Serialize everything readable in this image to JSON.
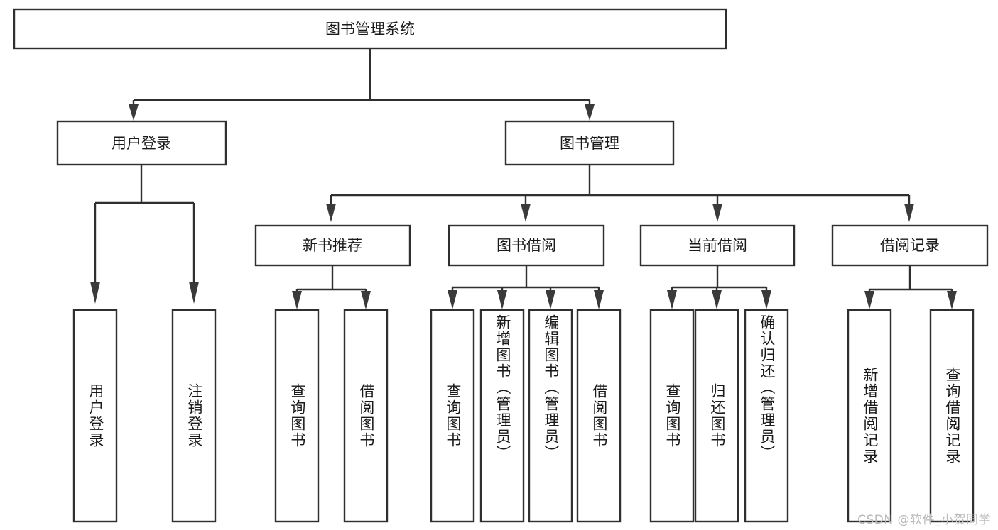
{
  "diagram": {
    "type": "tree",
    "title": "图书管理系统",
    "root": {
      "id": "root",
      "label": "图书管理系统",
      "orientation": "horizontal"
    },
    "level1": [
      {
        "id": "user-login",
        "label": "用户登录",
        "orientation": "horizontal"
      },
      {
        "id": "book-manage",
        "label": "图书管理",
        "orientation": "horizontal"
      }
    ],
    "level2": [
      {
        "id": "new-book-recommend",
        "label": "新书推荐",
        "parent": "book-manage",
        "orientation": "horizontal"
      },
      {
        "id": "book-borrow",
        "label": "图书借阅",
        "parent": "book-manage",
        "orientation": "horizontal"
      },
      {
        "id": "current-borrow",
        "label": "当前借阅",
        "parent": "book-manage",
        "orientation": "horizontal"
      },
      {
        "id": "borrow-record",
        "label": "借阅记录",
        "parent": "book-manage",
        "orientation": "horizontal"
      }
    ],
    "leaves": [
      {
        "id": "leaf-user-login",
        "label": "用户登录",
        "parent": "user-login",
        "orientation": "vertical"
      },
      {
        "id": "leaf-user-logout",
        "label": "注销登录",
        "parent": "user-login",
        "orientation": "vertical"
      },
      {
        "id": "leaf-query-book-1",
        "label": "查询图书",
        "parent": "new-book-recommend",
        "orientation": "vertical"
      },
      {
        "id": "leaf-borrow-book-1",
        "label": "借阅图书",
        "parent": "new-book-recommend",
        "orientation": "vertical"
      },
      {
        "id": "leaf-query-book-2",
        "label": "查询图书",
        "parent": "book-borrow",
        "orientation": "vertical"
      },
      {
        "id": "leaf-add-book",
        "label": "新增图书（管理员）",
        "parent": "book-borrow",
        "orientation": "vertical"
      },
      {
        "id": "leaf-edit-book",
        "label": "编辑图书（管理员）",
        "parent": "book-borrow",
        "orientation": "vertical"
      },
      {
        "id": "leaf-borrow-book-2",
        "label": "借阅图书",
        "parent": "book-borrow",
        "orientation": "vertical"
      },
      {
        "id": "leaf-query-book-3",
        "label": "查询图书",
        "parent": "current-borrow",
        "orientation": "vertical"
      },
      {
        "id": "leaf-return-book",
        "label": "归还图书",
        "parent": "current-borrow",
        "orientation": "vertical"
      },
      {
        "id": "leaf-confirm-return",
        "label": "确认归还（管理员）",
        "parent": "current-borrow",
        "orientation": "vertical"
      },
      {
        "id": "leaf-add-record",
        "label": "新增借阅记录",
        "parent": "borrow-record",
        "orientation": "vertical"
      },
      {
        "id": "leaf-query-record",
        "label": "查询借阅记录",
        "parent": "borrow-record",
        "orientation": "vertical"
      }
    ],
    "colors": {
      "box_stroke": "#2f2f2f",
      "box_fill": "#ffffff",
      "text": "#1a1a1a",
      "connector": "#2f2f2f",
      "background": "#ffffff",
      "watermark": "#b9b9b9"
    }
  },
  "watermark": {
    "text": "CSDN @软件_小贺同学"
  }
}
